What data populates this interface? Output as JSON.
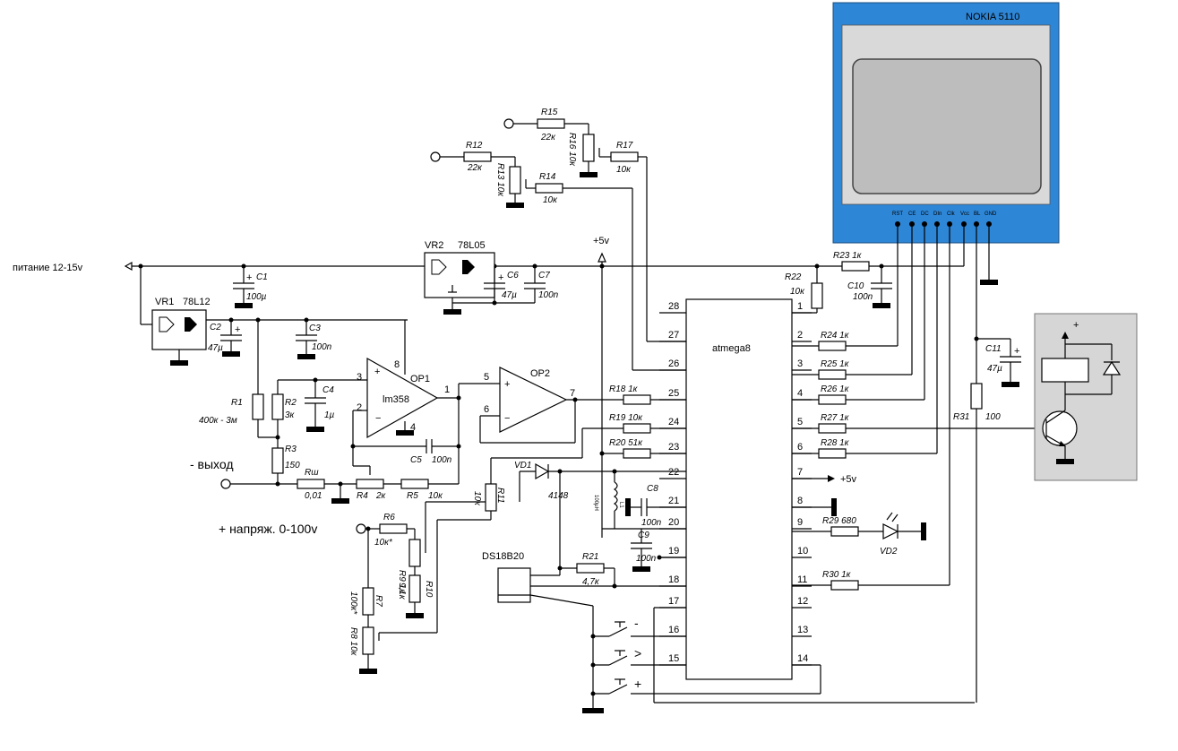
{
  "lcd": {
    "title": "NOKIA 5110",
    "pins": [
      "RST",
      "CE",
      "DC",
      "DIn",
      "Clk",
      "Vcc",
      "BL",
      "GND"
    ]
  },
  "mcu": {
    "name": "atmega8",
    "left_pins": [
      "28",
      "27",
      "26",
      "25",
      "24",
      "23",
      "22",
      "21",
      "20",
      "19",
      "18",
      "17",
      "16",
      "15"
    ],
    "right_pins": [
      "1",
      "2",
      "3",
      "4",
      "5",
      "6",
      "7",
      "8",
      "9",
      "10",
      "11",
      "12",
      "13",
      "14"
    ]
  },
  "labels": {
    "power_in": "питание 12-15v",
    "out_minus": "- выход",
    "volt_in": "+ напряж. 0-100v",
    "vcc_5v": "+5v",
    "vcc_5v_pin7": "+5v"
  },
  "parts": {
    "vr1": "VR1",
    "vr1v": "78L12",
    "vr2": "VR2",
    "vr2v": "78L05",
    "op1": "OP1",
    "op1n": "lm358",
    "op2": "OP2",
    "c1": "C1",
    "c1v": "100µ",
    "c2": "C2",
    "c2v": "47µ",
    "c3": "C3",
    "c3v": "100n",
    "c4": "C4",
    "c4v": "1µ",
    "c5": "C5",
    "c5v": "100n",
    "c6": "C6",
    "c6v": "47µ",
    "c7": "C7",
    "c7v": "100n",
    "c8": "C8",
    "c8v": "100n",
    "c9": "C9",
    "c9v": "100n",
    "c10": "C10",
    "c10v": "100n",
    "c11": "C11",
    "c11v": "47µ",
    "r1": "R1",
    "r1v": "400к - 3м",
    "r2": "R2",
    "r2v": "3к",
    "r3": "R3",
    "r3v": "150",
    "rsh": "Rш",
    "rshv": "0,01",
    "r4": "R4",
    "r4v": "2к",
    "r5": "R5",
    "r5v": "10к",
    "r6": "R6",
    "r6v": "10к*",
    "r7": "R7",
    "r7v": "100к*",
    "r8": "R8 10к",
    "r9": "R9 1к",
    "r10": "R10",
    "r10v": "9,1к",
    "r11": "R11",
    "r11v": "10к",
    "r12": "R12",
    "r12v": "22к",
    "r13": "R13 10к",
    "r14": "R14",
    "r14v": "10к",
    "r15": "R15",
    "r15v": "22к",
    "r16": "R16 10к",
    "r17": "R17",
    "r17v": "10к",
    "r18": "R18 1к",
    "r19": "R19 10к",
    "r20": "R20 51к",
    "r21": "R21",
    "r21v": "4,7к",
    "r22": "R22",
    "r22v": "10к",
    "r23": "R23 1к",
    "r24": "R24 1к",
    "r25": "R25 1к",
    "r26": "R26 1к",
    "r27": "R27 1к",
    "r28": "R28 1к",
    "r29": "R29 680",
    "r30": "R30 1к",
    "r31": "R31",
    "r31v": "100",
    "vd1": "VD1",
    "vd1v": "4148",
    "vd2": "VD2",
    "l1": "L1",
    "l1v": "100µH",
    "ds": "DS18B20",
    "btn_minus": "-",
    "btn_sel": ">",
    "btn_plus": "+",
    "relay_plus": "+",
    "op1_p3": "3",
    "op1_p2": "2",
    "op1_p8": "8",
    "op1_p4": "4",
    "op1_p1": "1",
    "op2_p5": "5",
    "op2_p6": "6",
    "op2_p7": "7"
  },
  "colors": {
    "lcd_frame": "#2e86d6",
    "lcd_bezel": "#d9d9d9",
    "lcd_screen": "#bdbdbd",
    "relay_panel": "#d6d6d6"
  }
}
